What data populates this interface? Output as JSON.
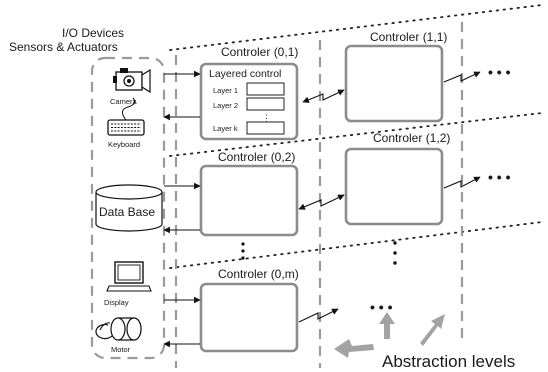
{
  "labels": {
    "io_devices": "I/O Devices",
    "sensors_actuators": "Sensors & Actuators",
    "abstraction_levels": "Abstraction levels"
  },
  "devices": {
    "camera": "Camera",
    "keyboard": "Keyboard",
    "database": "Data Base",
    "display": "Display",
    "motor": "Motor"
  },
  "controllers": {
    "c01": "Controler (0,1)",
    "c02": "Controler (0,2)",
    "c0m": "Controler (0,m)",
    "c11": "Controler (1,1)",
    "c12": "Controler (1,2)"
  },
  "layered_control": {
    "title": "Layered control",
    "layers": [
      "Layer 1",
      "Layer 2",
      "Layer k"
    ],
    "ellipsis": "⋮"
  },
  "ellipsis": "• • •"
}
